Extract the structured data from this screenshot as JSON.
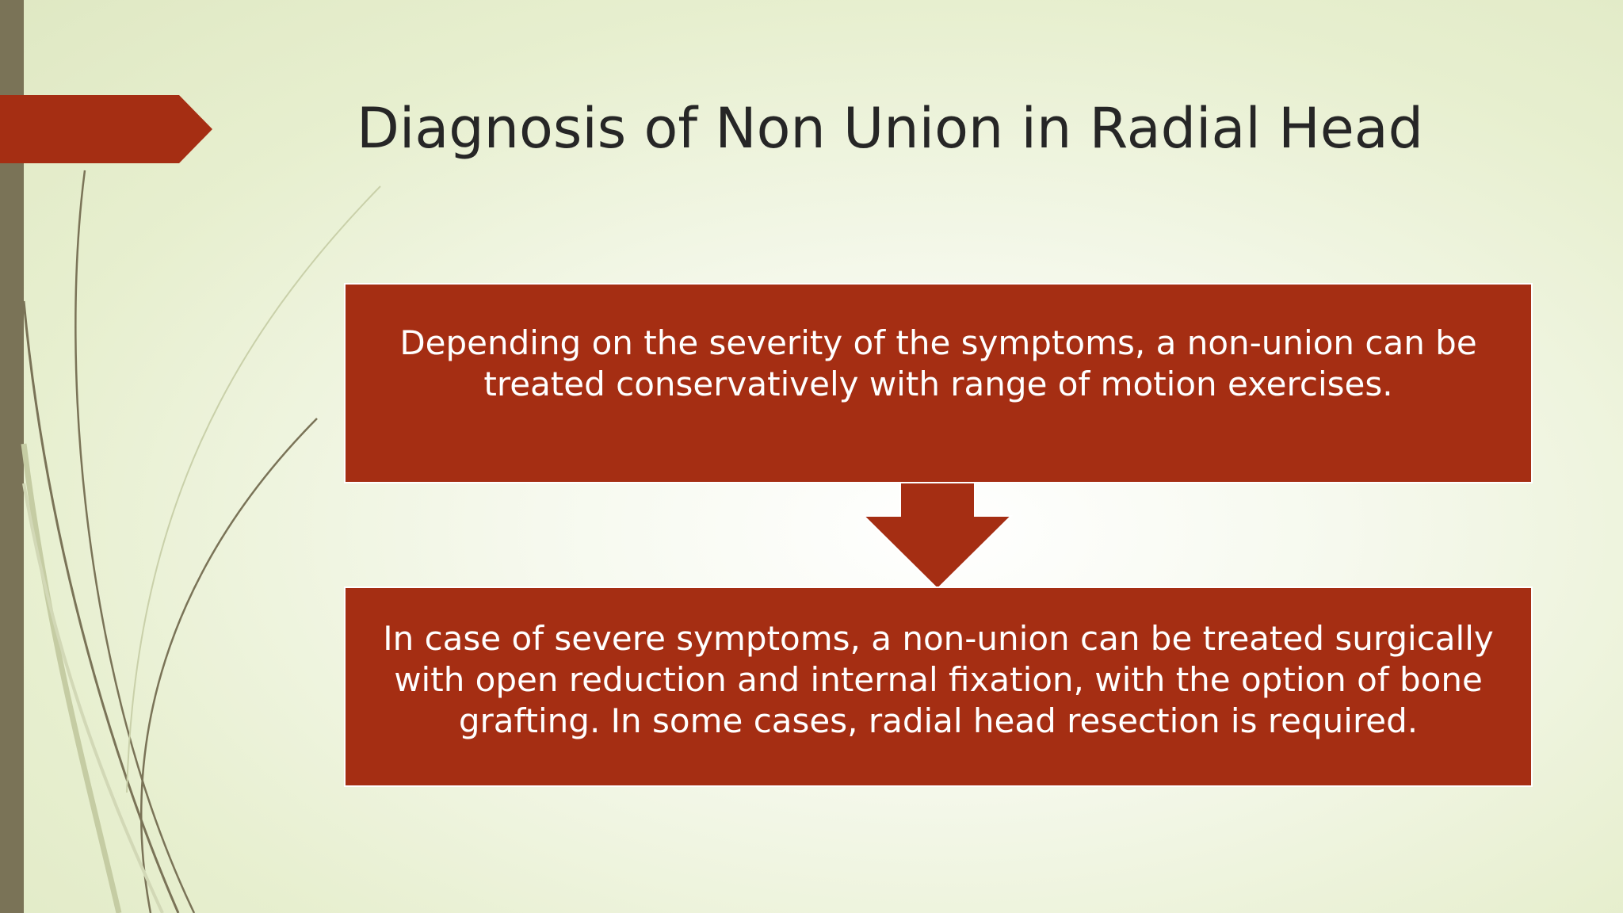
{
  "slide": {
    "title": "Diagnosis of Non Union in Radial Head",
    "flow": {
      "step_1": "Depending on the severity of the symptoms, a non-union can be treated conservatively with range of motion exercises.",
      "step_2": "In case of severe symptoms, a non-union can be treated surgically with open reduction and internal fixation, with the option of bone grafting. In some cases, radial head resection is required."
    }
  },
  "colors": {
    "box_fill": "#a52e13",
    "accent_bar": "#7a7357",
    "title_text": "#262626",
    "box_text": "#ffffff"
  },
  "icons": {
    "flow_arrow": "down-arrow-icon",
    "title_marker": "pentagon-tab-icon"
  }
}
